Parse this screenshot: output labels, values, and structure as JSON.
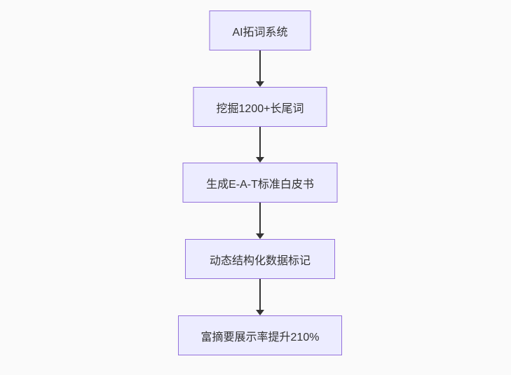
{
  "diagram": {
    "type": "flowchart",
    "direction": "top-down",
    "colors": {
      "background": "#fafafa",
      "node_fill": "#ECECFF",
      "node_border": "#9370DB",
      "node_text": "#333333",
      "edge": "#333333"
    },
    "nodes": [
      {
        "label": "AI拓词系统"
      },
      {
        "label": "挖掘1200+长尾词"
      },
      {
        "label": "生成E-A-T标准白皮书"
      },
      {
        "label": "动态结构化数据标记"
      },
      {
        "label": "富摘要展示率提升210%"
      }
    ],
    "edges": [
      {
        "from": "AI拓词系统",
        "to": "挖掘1200+长尾词"
      },
      {
        "from": "挖掘1200+长尾词",
        "to": "生成E-A-T标准白皮书"
      },
      {
        "from": "生成E-A-T标准白皮书",
        "to": "动态结构化数据标记"
      },
      {
        "from": "动态结构化数据标记",
        "to": "富摘要展示率提升210%"
      }
    ]
  }
}
